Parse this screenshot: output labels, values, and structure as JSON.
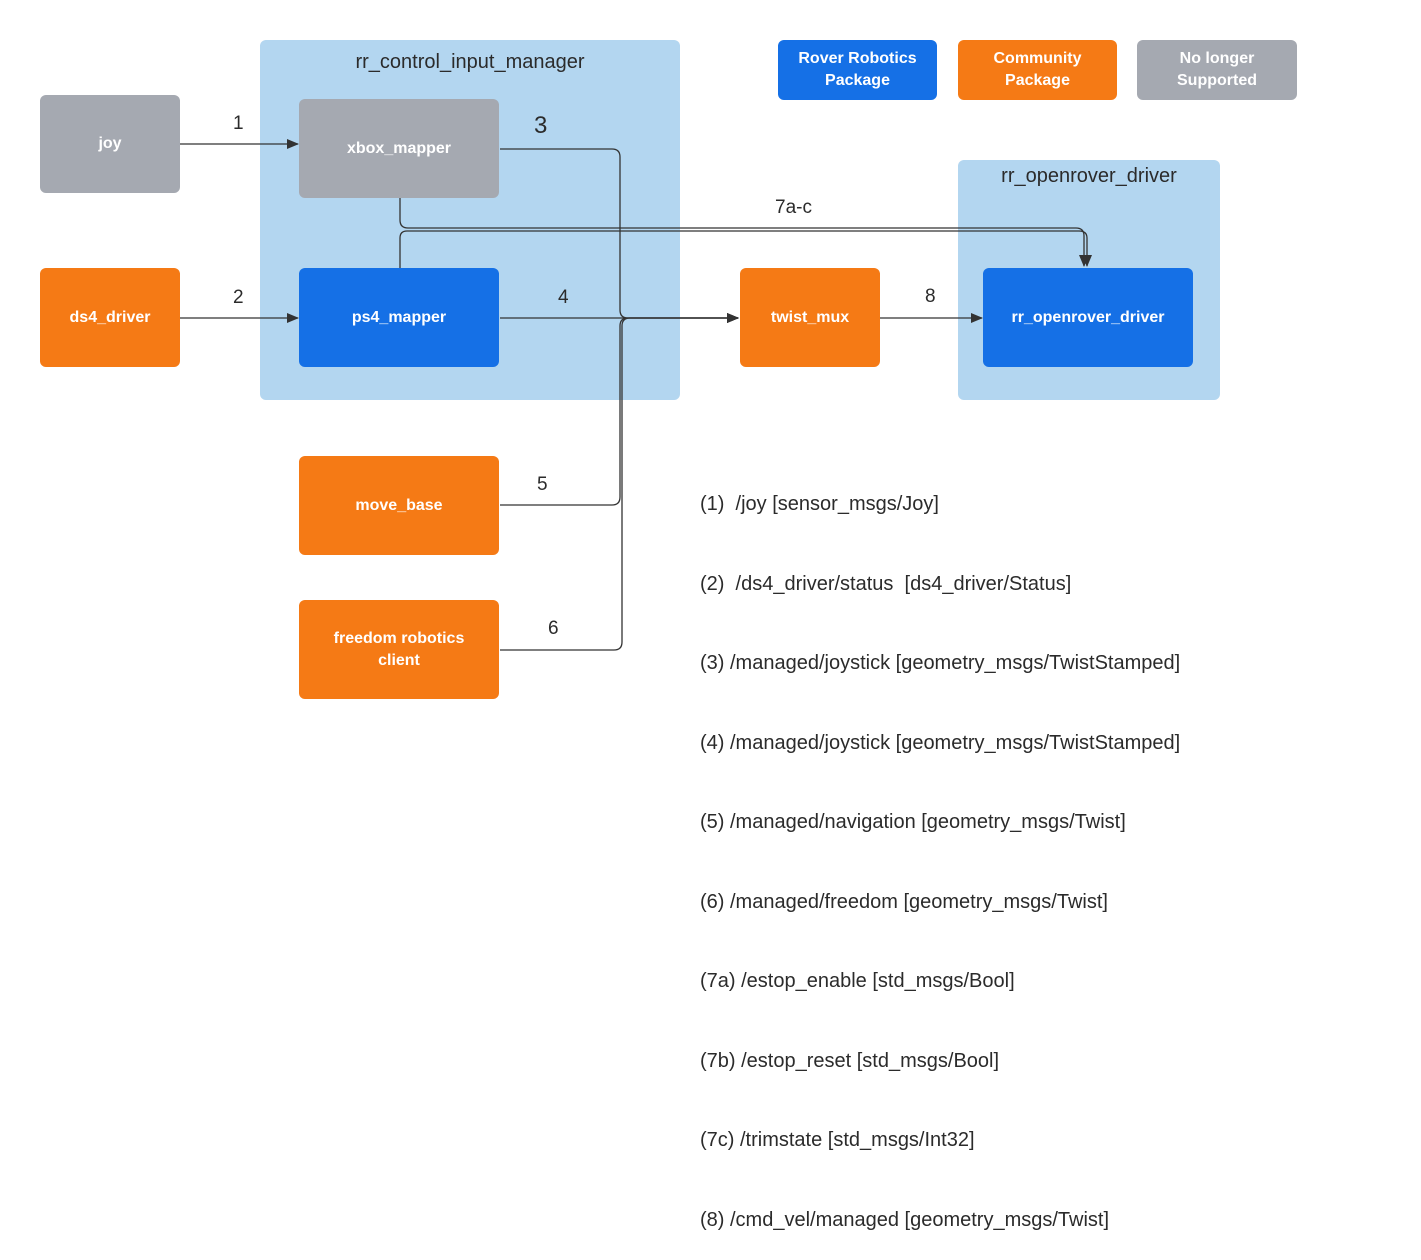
{
  "colors": {
    "rover_robotics": "#1570e6",
    "community": "#f57a15",
    "unsupported": "#a5a9b1",
    "container": "#b3d6f0",
    "edge": "#333333"
  },
  "legend": {
    "rover": "Rover Robotics\nPackage",
    "community": "Community\nPackage",
    "unsupported": "No longer\nSupported"
  },
  "containers": {
    "input_manager": "rr_control_input_manager",
    "openrover": "rr_openrover_driver"
  },
  "nodes": {
    "joy": "joy",
    "ds4_driver": "ds4_driver",
    "xbox_mapper": "xbox_mapper",
    "ps4_mapper": "ps4_mapper",
    "twist_mux": "twist_mux",
    "rr_openrover_driver": "rr_openrover_driver",
    "move_base": "move_base",
    "freedom_client": "freedom robotics\nclient"
  },
  "edge_labels": {
    "e1": "1",
    "e2": "2",
    "e3": "3",
    "e4": "4",
    "e5": "5",
    "e6": "6",
    "e7": "7a-c",
    "e8": "8"
  },
  "topics": [
    "(1)  /joy [sensor_msgs/Joy]",
    "(2)  /ds4_driver/status  [ds4_driver/Status]",
    "(3) /managed/joystick [geometry_msgs/TwistStamped]",
    "(4) /managed/joystick [geometry_msgs/TwistStamped]",
    "(5) /managed/navigation [geometry_msgs/Twist]",
    "(6) /managed/freedom [geometry_msgs/Twist]",
    "(7a) /estop_enable [std_msgs/Bool]",
    "(7b) /estop_reset [std_msgs/Bool]",
    "(7c) /trimstate [std_msgs/Int32]",
    "(8) /cmd_vel/managed [geometry_msgs/Twist]"
  ]
}
